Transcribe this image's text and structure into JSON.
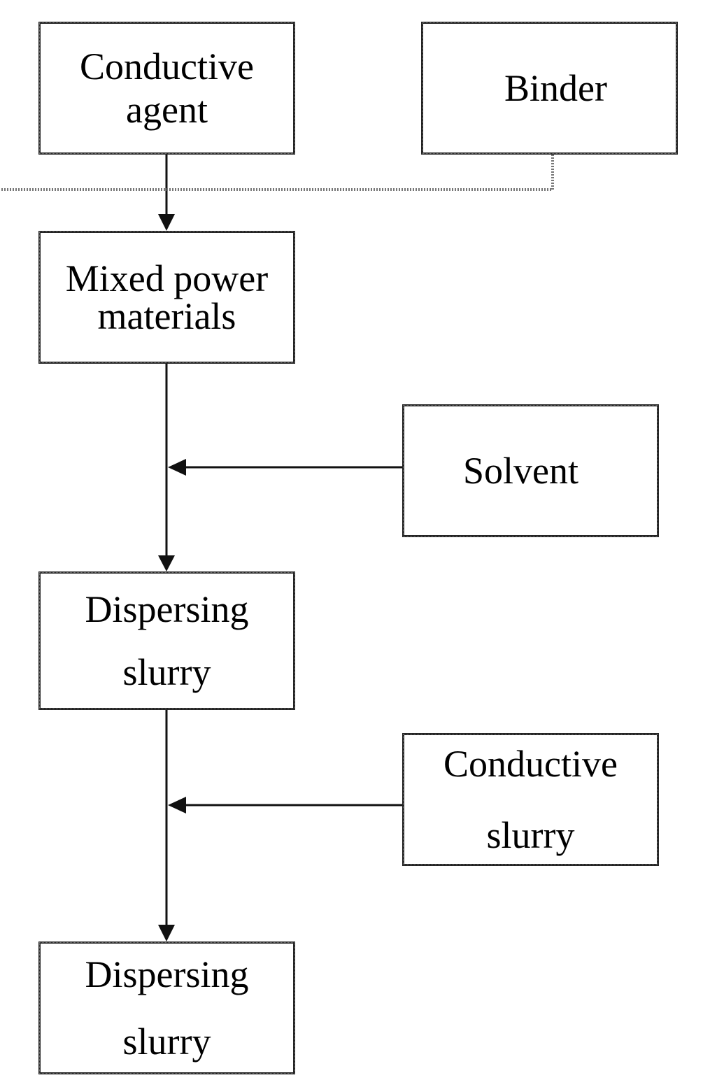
{
  "diagram": {
    "nodes": {
      "conductive_agent": "Conductive\nagent",
      "binder": "Binder",
      "mixed_power_materials": "Mixed power\nmaterials",
      "solvent": "Solvent",
      "dispersing_slurry_1": "Dispersing\nslurry",
      "conductive_slurry": "Conductive\nslurry",
      "dispersing_slurry_2": "Dispersing\nslurry"
    },
    "edges": [
      {
        "from": "conductive_agent",
        "to": "mixed_power_materials"
      },
      {
        "from": "binder",
        "to": "mixed_power_materials"
      },
      {
        "from": "mixed_power_materials",
        "to": "dispersing_slurry_1"
      },
      {
        "from": "solvent",
        "to": "dispersing_slurry_1"
      },
      {
        "from": "dispersing_slurry_1",
        "to": "dispersing_slurry_2"
      },
      {
        "from": "conductive_slurry",
        "to": "dispersing_slurry_2"
      }
    ]
  }
}
